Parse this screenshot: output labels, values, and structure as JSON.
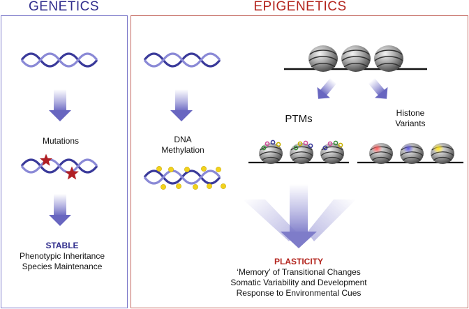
{
  "colors": {
    "genetics": "#2f2c8c",
    "epigenetics": "#b3241d",
    "dna_strand": "#3a3a9a",
    "arrow": "#7674c8",
    "methylation": "#f2d21b",
    "mutation_star": "#b01f24"
  },
  "genetics": {
    "title": "GENETICS",
    "mutations_label": "Mutations",
    "stable_label": "STABLE",
    "stable_line1": "Phenotypic Inheritance",
    "stable_line2": "Species Maintenance"
  },
  "epigenetics": {
    "title": "EPIGENETICS",
    "dna_methylation_line1": "DNA",
    "dna_methylation_line2": "Methylation",
    "ptms_label": "PTMs",
    "histone_variants_line1": "Histone",
    "histone_variants_line2": "Variants",
    "plasticity_label": "PLASTICITY",
    "plasticity_line1": "‘Memory’ of Transitional Changes",
    "plasticity_line2": "Somatic Variability and Development",
    "plasticity_line3": "Response to Environmental Cues"
  },
  "icons": [
    "dna-helix-icon",
    "arrow-down-icon",
    "mutation-star-icon",
    "nucleosome-icon",
    "methyl-group-icon"
  ]
}
